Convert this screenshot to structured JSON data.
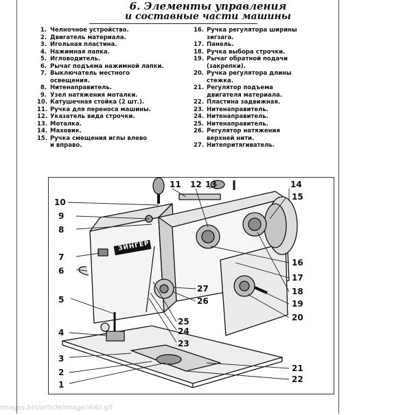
{
  "document": {
    "title_line1": "6. Элементы управления",
    "title_line2": "и составные части машины"
  },
  "parts_left": [
    {
      "num": "1.",
      "text": "Челночное устройство."
    },
    {
      "num": "2.",
      "text": "Двигатель материала."
    },
    {
      "num": "3.",
      "text": "Игольная пластина."
    },
    {
      "num": "4.",
      "text": "Нажимная лапка."
    },
    {
      "num": "5.",
      "text": "Игловодитель."
    },
    {
      "num": "6.",
      "text": "Рычаг подъема нажимной лапки."
    },
    {
      "num": "7.",
      "text": "Выключатель местного"
    },
    {
      "num": "",
      "text": "освещения."
    },
    {
      "num": "8.",
      "text": "Нитенаправитель."
    },
    {
      "num": "9.",
      "text": "Узел натяжения моталки."
    },
    {
      "num": "10.",
      "text": "Катушечная стойка (2 шт.)."
    },
    {
      "num": "11.",
      "text": "Ручка для переноса машины."
    },
    {
      "num": "12.",
      "text": "Указатель вида строчки."
    },
    {
      "num": "13.",
      "text": "Моталка."
    },
    {
      "num": "14.",
      "text": "Маховик."
    },
    {
      "num": "15.",
      "text": "Ручка смещения иглы влево"
    },
    {
      "num": "",
      "text": "и вправо."
    }
  ],
  "parts_right": [
    {
      "num": "16.",
      "text": "Ручка регулятора ширины"
    },
    {
      "num": "",
      "text": "зигзага."
    },
    {
      "num": "17.",
      "text": "Панель."
    },
    {
      "num": "18.",
      "text": "Ручка выбора строчки."
    },
    {
      "num": "19.",
      "text": "Рычаг обратной подачи"
    },
    {
      "num": "",
      "text": "(закрепки)."
    },
    {
      "num": "20.",
      "text": "Ручка регулятора длины"
    },
    {
      "num": "",
      "text": "стежка."
    },
    {
      "num": "21.",
      "text": "Регулятор подъема"
    },
    {
      "num": "",
      "text": "двигателя материала."
    },
    {
      "num": "22.",
      "text": "Пластина задвижная."
    },
    {
      "num": "23.",
      "text": "Нитенаправитель."
    },
    {
      "num": "24.",
      "text": "Нитенаправитель."
    },
    {
      "num": "25.",
      "text": "Нитенаправитель."
    },
    {
      "num": "26.",
      "text": "Регулятор натяжения"
    },
    {
      "num": "",
      "text": "верхней нити."
    },
    {
      "num": "27.",
      "text": "Нитепритягиватель."
    }
  ],
  "diagram": {
    "brand_label": "ЗИНГЕР",
    "callouts": [
      "1",
      "2",
      "3",
      "4",
      "5",
      "6",
      "7",
      "8",
      "9",
      "10",
      "11",
      "12",
      "13",
      "14",
      "15",
      "16",
      "17",
      "18",
      "19",
      "20",
      "21",
      "22",
      "23",
      "24",
      "25",
      "26",
      "27"
    ]
  },
  "watermark": "images.bin/article/image/4(6).gif"
}
